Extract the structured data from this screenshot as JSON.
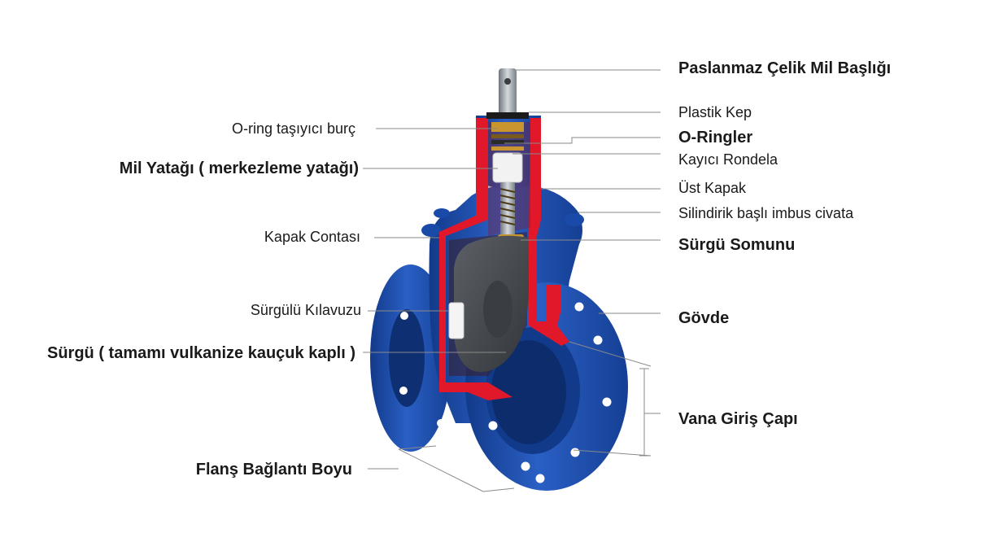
{
  "labels": {
    "left": {
      "oring_sleeve": "O-ring taşıyıcı burç",
      "stem_bearing": "Mil Yatağı ( merkezleme yatağı)",
      "bonnet_gasket": "Kapak Contası",
      "wedge_guide": "Sürgülü Kılavuzu",
      "wedge": "Sürgü ( tamamı vulkanize kauçuk kaplı )",
      "face_to_face": "Flanş Bağlantı Boyu"
    },
    "right": {
      "stem_head": "Paslanmaz Çelik Mil Başlığı",
      "plastic_cap": "Plastik Kep",
      "o_rings": "O-Ringler",
      "sliding_washer": "Kayıcı Rondela",
      "top_cover": "Üst Kapak",
      "cap_screw": "Silindirik başlı imbus civata",
      "stem_nut": "Sürgü Somunu",
      "body": "Gövde",
      "inlet_diameter": "Vana Giriş Çapı"
    }
  },
  "colors": {
    "valve_blue": "#1f4fb0",
    "valve_blue_dark": "#123a8a",
    "cutaway_red": "#e0182a",
    "wedge_gray": "#4a4d52",
    "brass": "#c8952e",
    "leader_line": "#8a8a8a"
  }
}
